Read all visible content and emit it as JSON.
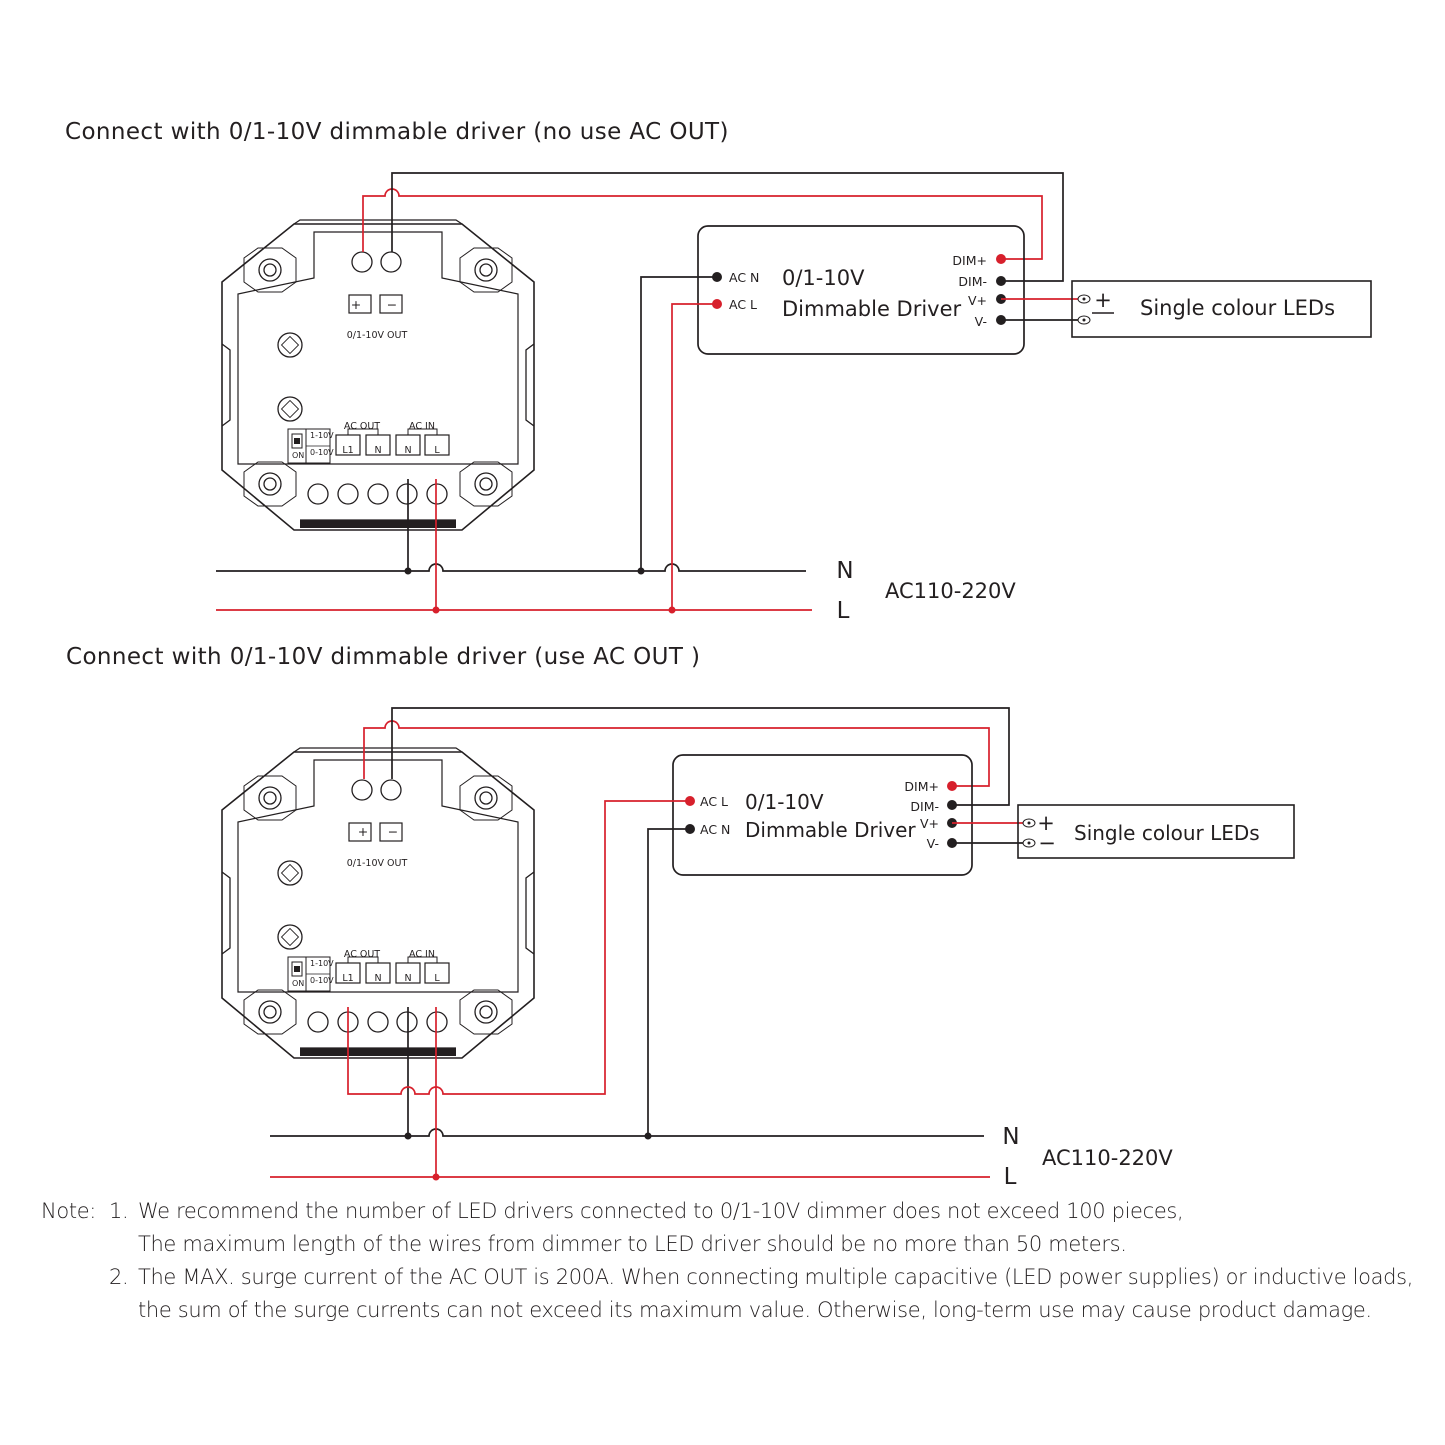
{
  "section_top": {
    "title": "Connect with 0/1-10V dimmable driver (no use AC OUT)",
    "supply": {
      "n": "N",
      "l": "L",
      "voltage": "AC110-220V"
    }
  },
  "section_bottom": {
    "title": "Connect with 0/1-10V dimmable driver (use AC OUT )",
    "supply": {
      "n": "N",
      "l": "L",
      "voltage": "AC110-220V"
    }
  },
  "dimmer": {
    "plus": "+",
    "minus": "−",
    "out_label": "0/1-10V OUT",
    "ac_out": "AC OUT",
    "ac_in": "AC IN",
    "terminals": [
      "L1",
      "N",
      "N",
      "L"
    ],
    "switch_opt1": "1-10V",
    "switch_opt2": "0-10V",
    "switch_on": "ON"
  },
  "driver": {
    "title1": "0/1-10V",
    "title2": "Dimmable Driver",
    "acn": "AC N",
    "acl": "AC L",
    "dimp": "DIM+",
    "dimm": "DIM-",
    "vp": "V+",
    "vm": "V-"
  },
  "leds": {
    "label": "Single colour LEDs",
    "plus": "+",
    "minus": "−"
  },
  "notes": {
    "lead": "Note:",
    "n1": "1.",
    "n1_line1": "We recommend the number of LED drivers connected to 0/1-10V dimmer does not exceed 100 pieces,",
    "n1_line2": "The maximum length of the wires from dimmer to LED driver should be no more than 50 meters.",
    "n2": "2.",
    "n2_line1": "The MAX. surge current of the AC OUT is 200A. When connecting multiple capacitive (LED power supplies) or inductive loads,",
    "n2_line2": "the sum of the surge currents can not exceed its maximum value. Otherwise, long-term use may cause product damage."
  },
  "colors": {
    "wire_live": "#d7202c",
    "wire_neutral": "#231f20",
    "outline": "#231f20"
  }
}
